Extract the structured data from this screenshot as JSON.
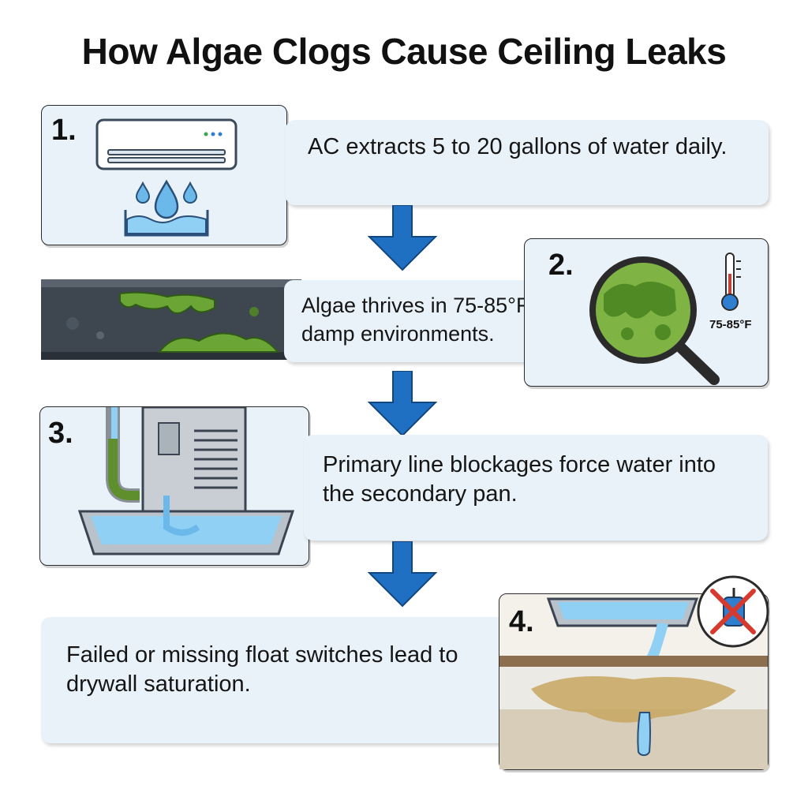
{
  "title": "How Algae Clogs Cause Ceiling Leaks",
  "steps": [
    {
      "number": "1.",
      "text": "AC extracts 5 to 20 gallons of water daily."
    },
    {
      "number": "2.",
      "text": "Algae thrives in 75-85°F damp environments.",
      "temp_label": "75-85°F"
    },
    {
      "number": "3.",
      "text": "Primary line blockages force water into the secondary pan."
    },
    {
      "number": "4.",
      "text": "Failed or missing float switches lead to drywall saturation."
    }
  ],
  "icons": [
    "ac-unit-icon",
    "water-drop-icon",
    "algae-pipe-icon",
    "magnifier-icon",
    "thermometer-icon",
    "condensing-unit-icon",
    "drain-pan-icon",
    "ceiling-leak-icon",
    "no-float-switch-icon"
  ],
  "colors": {
    "arrow": "#1f6fc2",
    "panel": "#eaf2f9",
    "algae": "#5a8f2a",
    "water": "#7cc3ef"
  }
}
